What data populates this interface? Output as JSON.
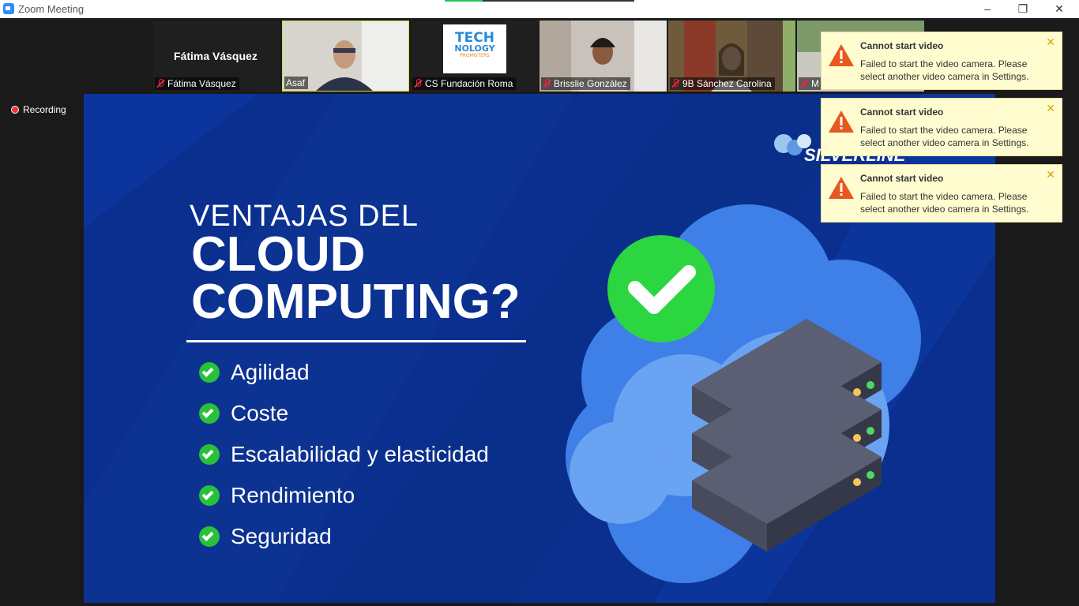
{
  "window": {
    "title": "Zoom Meeting",
    "minimize": "–",
    "restore": "❐",
    "close": "✕"
  },
  "active_speaker": {
    "name": "Fátima Vásquez"
  },
  "participants": [
    {
      "name": "Fátima Vásquez",
      "muted": true
    },
    {
      "name": "Asaf",
      "muted": false
    },
    {
      "name": "CS Fundación Roma",
      "muted": true
    },
    {
      "name": "Brisslie González",
      "muted": true
    },
    {
      "name": "9B Sánchez Carolina",
      "muted": true
    },
    {
      "name": "M",
      "muted": true
    }
  ],
  "recording": {
    "label": "Recording"
  },
  "slide": {
    "title_line1": "VENTAJAS DEL",
    "title_line2": "CLOUD",
    "title_line3": "COMPUTING?",
    "benefits": [
      "Agilidad",
      "Coste",
      "Escalabilidad y elasticidad",
      "Rendimiento",
      "Seguridad"
    ],
    "logo_text": "SILVERLINE",
    "tech_logo_line1": "TECH",
    "tech_logo_line2": "NOLOGY",
    "tech_logo_line3": "PROMOTERS"
  },
  "notifications": [
    {
      "title": "Cannot start video",
      "message": "Failed to start the video camera. Please select another video camera in Settings.",
      "close": "✕"
    },
    {
      "title": "Cannot start video",
      "message": "Failed to start the video camera. Please select another video camera in Settings.",
      "close": "✕"
    },
    {
      "title": "Cannot start video",
      "message": "Failed to start the video camera. Please select another video camera in Settings.",
      "close": "✕"
    }
  ],
  "colors": {
    "slide_bg": "#0a2f8f",
    "check_green": "#29c03b",
    "toast_bg": "#fffdd0",
    "warn_orange": "#e8571e"
  }
}
